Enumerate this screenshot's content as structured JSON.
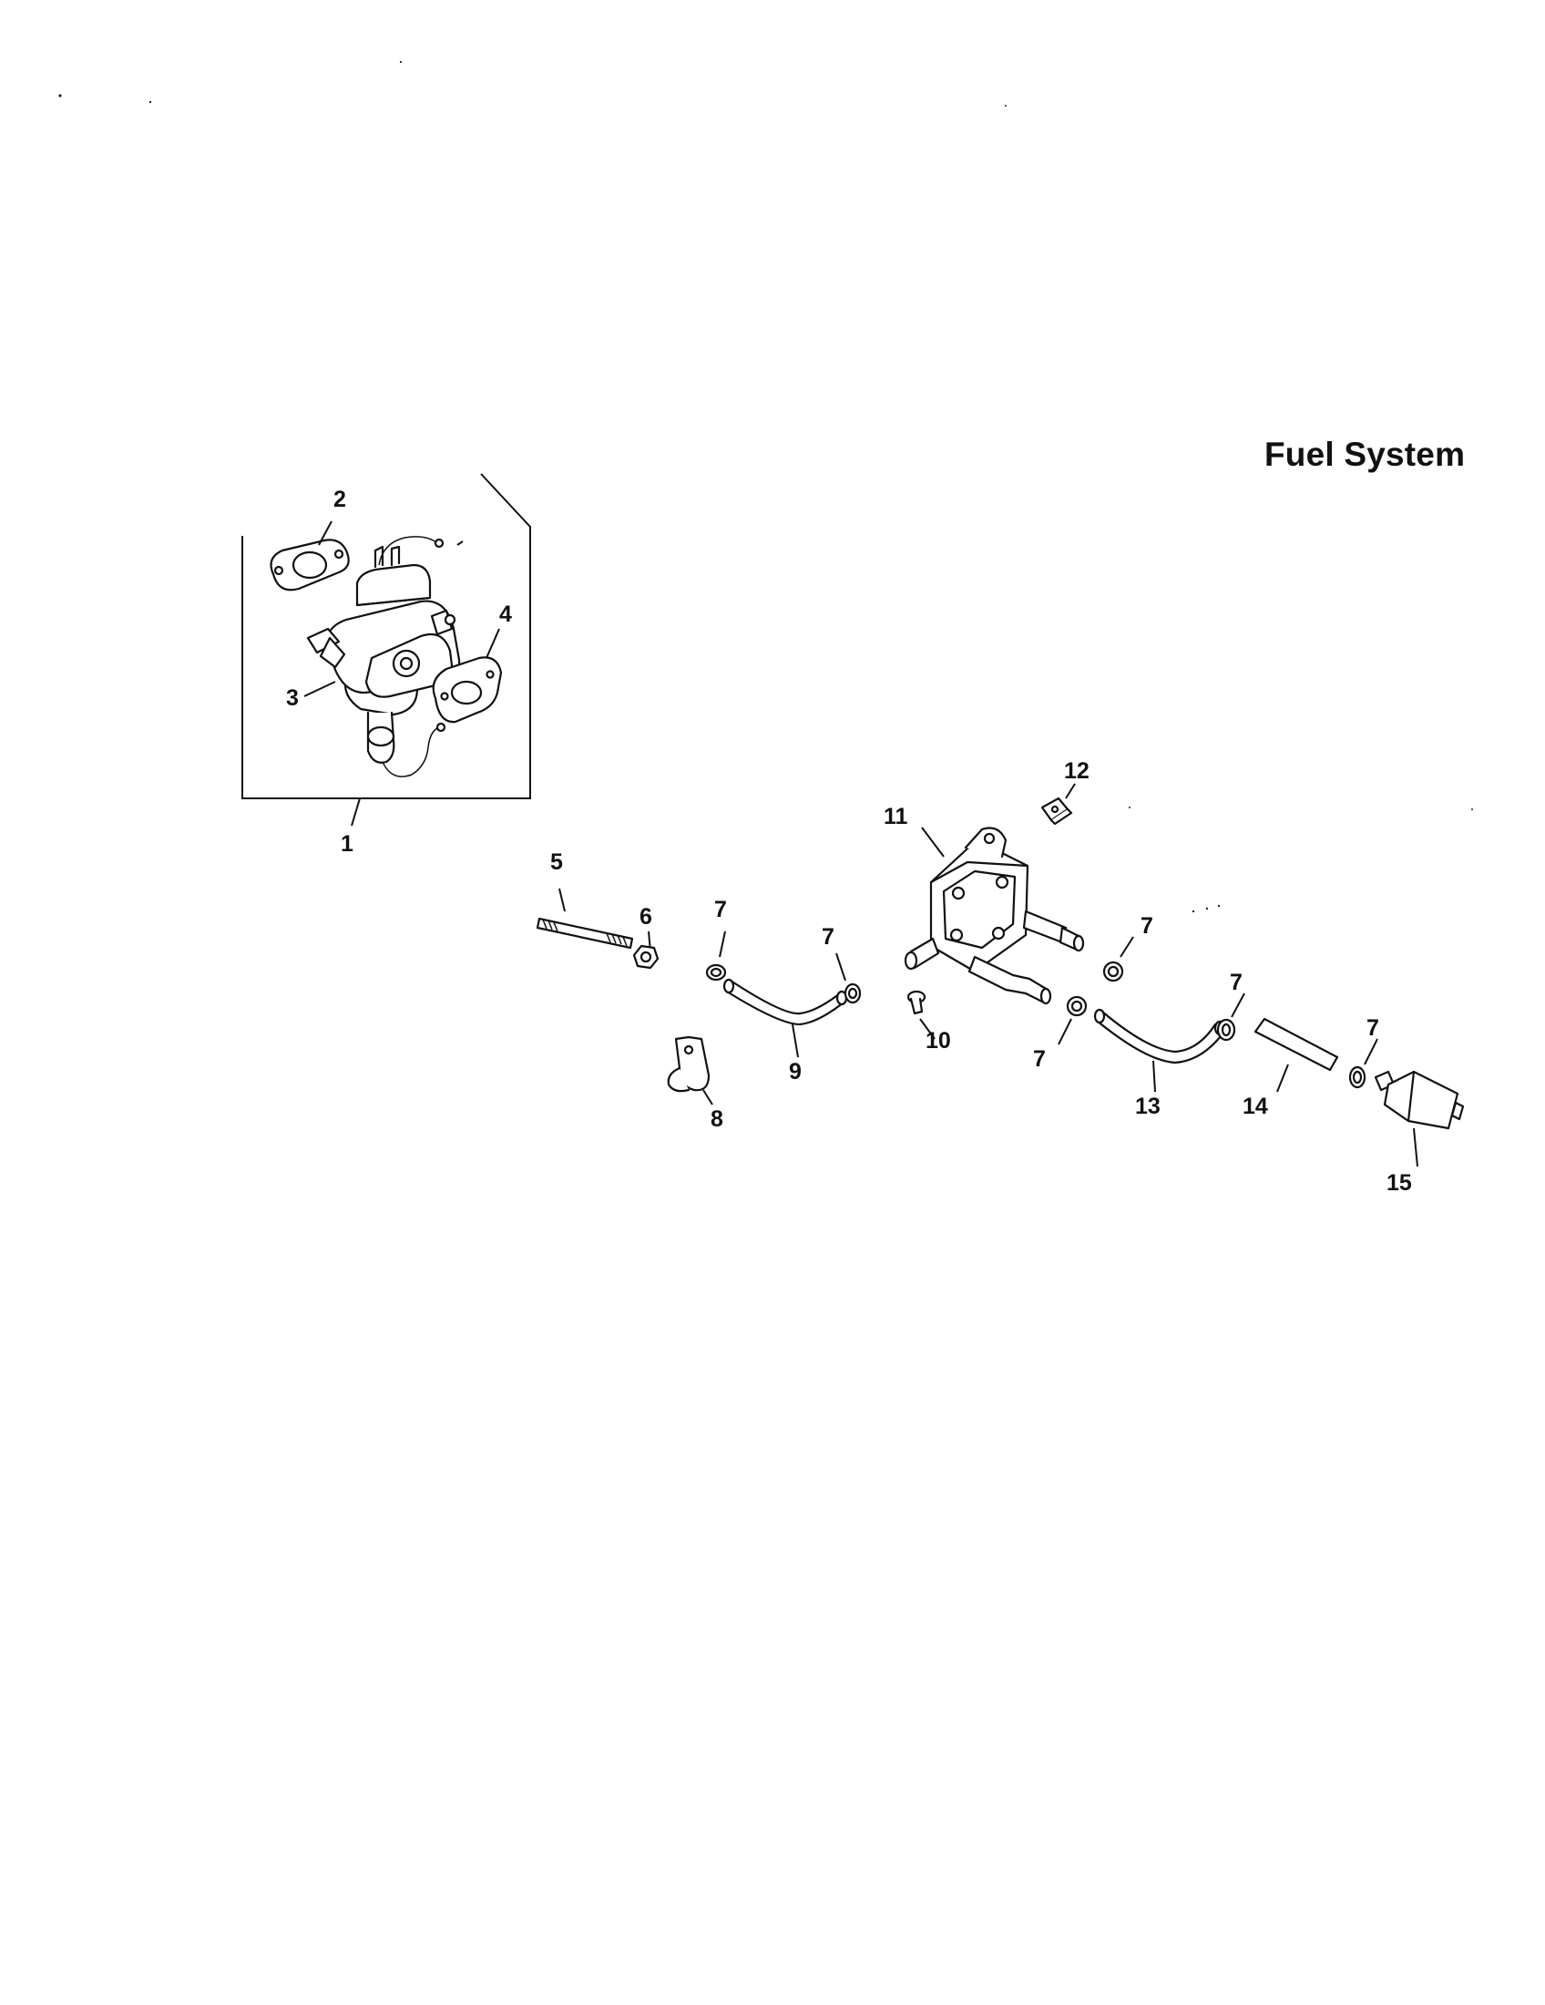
{
  "title": "Fuel System",
  "callouts": {
    "c1": "1",
    "c2": "2",
    "c3": "3",
    "c4": "4",
    "c5": "5",
    "c6": "6",
    "c7a": "7",
    "c7b": "7",
    "c7c": "7",
    "c7d": "7",
    "c7e": "7",
    "c7f": "7",
    "c8": "8",
    "c9": "9",
    "c10": "10",
    "c11": "11",
    "c12": "12",
    "c13": "13",
    "c14": "14",
    "c15": "15"
  },
  "parts": [
    {
      "ref": "1",
      "kind": "carburetor-assembly-kit"
    },
    {
      "ref": "2",
      "kind": "gasket"
    },
    {
      "ref": "3",
      "kind": "carburetor"
    },
    {
      "ref": "4",
      "kind": "gasket"
    },
    {
      "ref": "5",
      "kind": "stud"
    },
    {
      "ref": "6",
      "kind": "nut"
    },
    {
      "ref": "7",
      "kind": "hose-clamp"
    },
    {
      "ref": "8",
      "kind": "clip"
    },
    {
      "ref": "9",
      "kind": "fuel-line"
    },
    {
      "ref": "10",
      "kind": "screw"
    },
    {
      "ref": "11",
      "kind": "fuel-pump"
    },
    {
      "ref": "12",
      "kind": "fitting"
    },
    {
      "ref": "13",
      "kind": "fuel-line"
    },
    {
      "ref": "14",
      "kind": "hose"
    },
    {
      "ref": "15",
      "kind": "fuel-filter"
    }
  ]
}
